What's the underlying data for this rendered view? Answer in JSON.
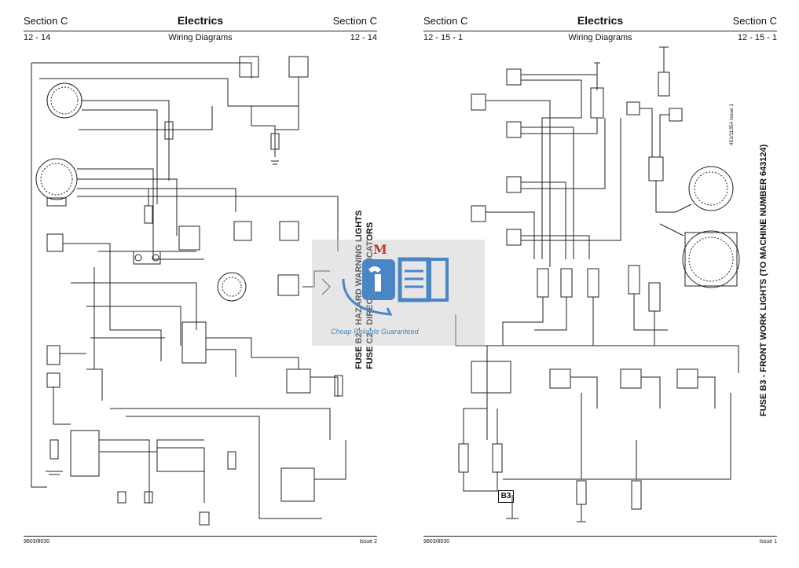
{
  "left_page": {
    "section_left": "Section C",
    "title": "Electrics",
    "section_right": "Section C",
    "page_left": "12 - 14",
    "subtitle": "Wiring Diagrams",
    "page_right": "12 - 14",
    "caption_line1": "FUSE B2 - HAZARD WARNING LIGHTS",
    "caption_line2": "FUSE C2 - DIRECTION INDICATORS",
    "footer_left": "9803/8030",
    "footer_right": "Issue 2"
  },
  "right_page": {
    "section_left": "Section C",
    "title": "Electrics",
    "section_right": "Section C",
    "page_left": "12 - 15 - 1",
    "subtitle": "Wiring Diagrams",
    "page_right": "12 - 15 - 1",
    "caption": "FUSE B3 - FRONT WORK LIGHTS (TO MACHINE NUMBER 643124)",
    "drawing_ref": "451/11354 Issue 1",
    "fuse_label": "B3",
    "footer_left": "9803/8030",
    "footer_right": "Issue 1"
  },
  "watermark": {
    "letter": "M",
    "text": "Cheap Reliable Guaranteed",
    "colors": {
      "blue": "#4a86c5",
      "red": "#c0392b"
    }
  }
}
